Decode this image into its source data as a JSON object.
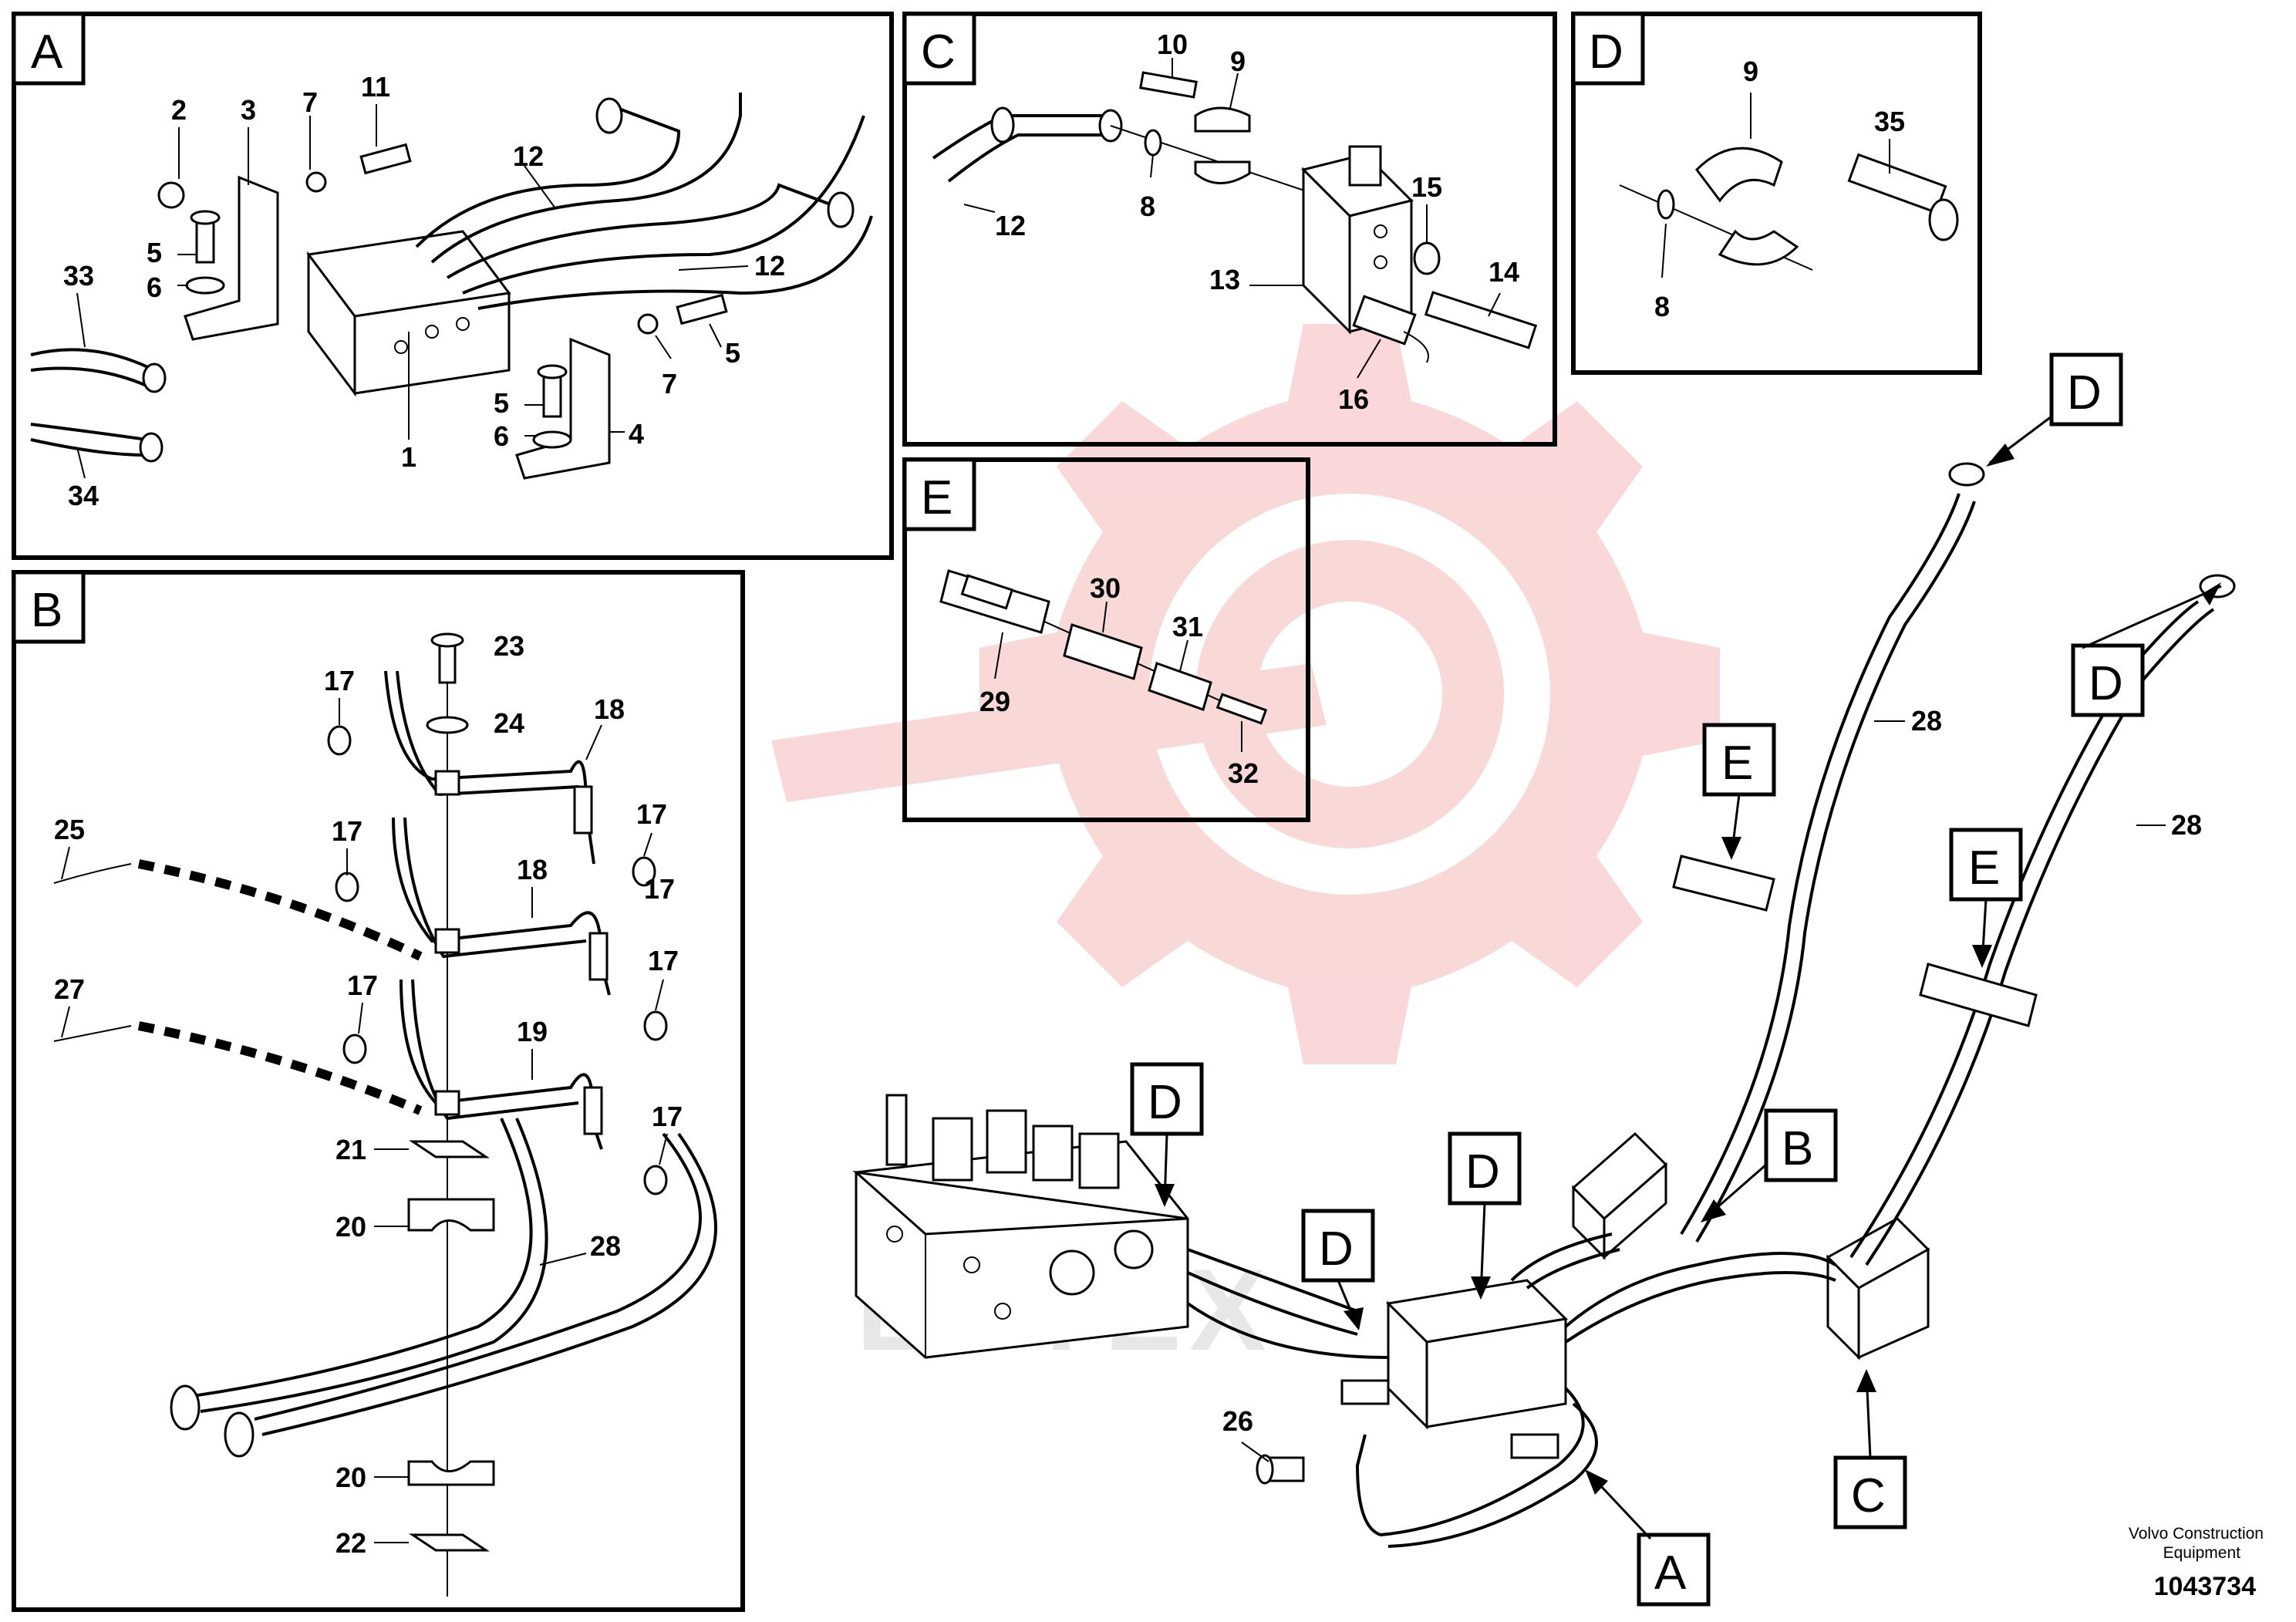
{
  "panels": {
    "A": {
      "tag": "A",
      "callouts": [
        "2",
        "3",
        "7",
        "11",
        "12",
        "12",
        "5",
        "6",
        "33",
        "34",
        "1",
        "5",
        "6",
        "7",
        "4",
        "5"
      ]
    },
    "B": {
      "tag": "B",
      "callouts": [
        "23",
        "24",
        "17",
        "18",
        "17",
        "25",
        "17",
        "18",
        "17",
        "27",
        "17",
        "19",
        "17",
        "21",
        "20",
        "28",
        "20",
        "22",
        "17"
      ]
    },
    "C": {
      "tag": "C",
      "callouts": [
        "10",
        "9",
        "12",
        "8",
        "15",
        "13",
        "14",
        "16"
      ]
    },
    "D": {
      "tag": "D",
      "callouts": [
        "9",
        "35",
        "8"
      ]
    },
    "E": {
      "tag": "E",
      "callouts": [
        "30",
        "31",
        "29",
        "32"
      ]
    }
  },
  "overview": {
    "tags": [
      "D",
      "D",
      "E",
      "E",
      "D",
      "D",
      "D",
      "B",
      "A",
      "C"
    ],
    "callouts": [
      "28",
      "28",
      "26"
    ]
  },
  "credit": {
    "line1": "Volvo Construction",
    "line2": "Equipment"
  },
  "doc_number": "1043734",
  "watermark": {
    "text": "EPTEX",
    "gear_color": "#f3a9ab"
  }
}
